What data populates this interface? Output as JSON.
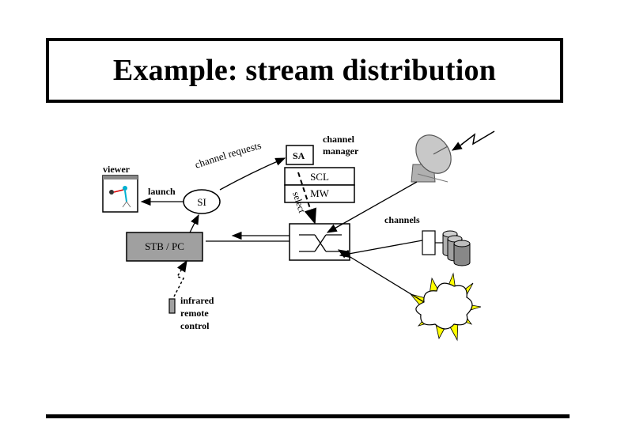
{
  "title": "Example: stream distribution",
  "labels": {
    "viewer": "viewer",
    "launch": "launch",
    "si": "SI",
    "channel_requests": "channel requests",
    "sa": "SA",
    "channel_manager": "channel manager",
    "scl": "SCL",
    "mw": "MW",
    "select": "select",
    "channels": "channels",
    "stb_pc": "STB / PC",
    "infrared_remote_control": "infrared remote control"
  },
  "colors": {
    "stb_box": "#a0a0a0",
    "sun_rays": "#ffff00",
    "dish": "#a8a8a8",
    "figure_accent": "#00b0d0"
  }
}
